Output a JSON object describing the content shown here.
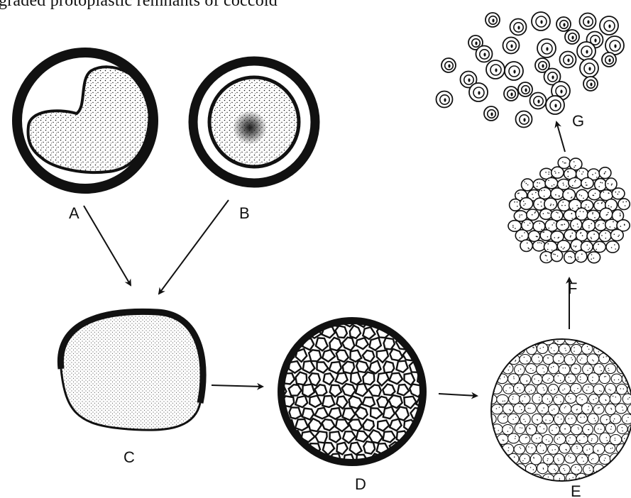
{
  "caption_fragment": "graded protoplastic remnants of coccoid",
  "stages": [
    {
      "id": "A",
      "label": "A"
    },
    {
      "id": "B",
      "label": "B"
    },
    {
      "id": "C",
      "label": "C"
    },
    {
      "id": "D",
      "label": "D"
    },
    {
      "id": "E",
      "label": "E"
    },
    {
      "id": "F",
      "label": "F"
    },
    {
      "id": "G",
      "label": "G"
    }
  ],
  "flow": [
    [
      "A",
      "C"
    ],
    [
      "B",
      "C"
    ],
    [
      "C",
      "D"
    ],
    [
      "D",
      "E"
    ],
    [
      "E",
      "F"
    ],
    [
      "F",
      "G"
    ]
  ],
  "colors": {
    "ink": "#111111",
    "background": "#ffffff"
  }
}
